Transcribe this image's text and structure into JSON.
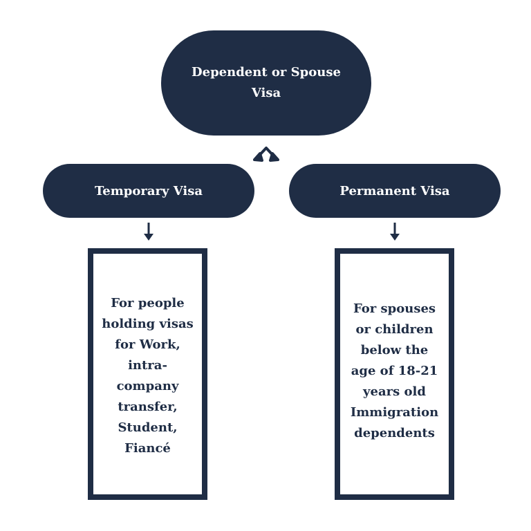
{
  "colors": {
    "navy": "#1f2d45",
    "background": "#ffffff"
  },
  "root": {
    "label": "Dependent or Spouse Visa"
  },
  "branches": [
    {
      "label": "Temporary Visa",
      "description": "For people holding visas for Work, intra-company transfer, Student, Fiancé"
    },
    {
      "label": "Permanent Visa",
      "description": "For spouses or children below the age of 18-21 years old Immigration dependents"
    }
  ],
  "icons": [
    "split-arrows-icon",
    "down-arrow-icon"
  ]
}
